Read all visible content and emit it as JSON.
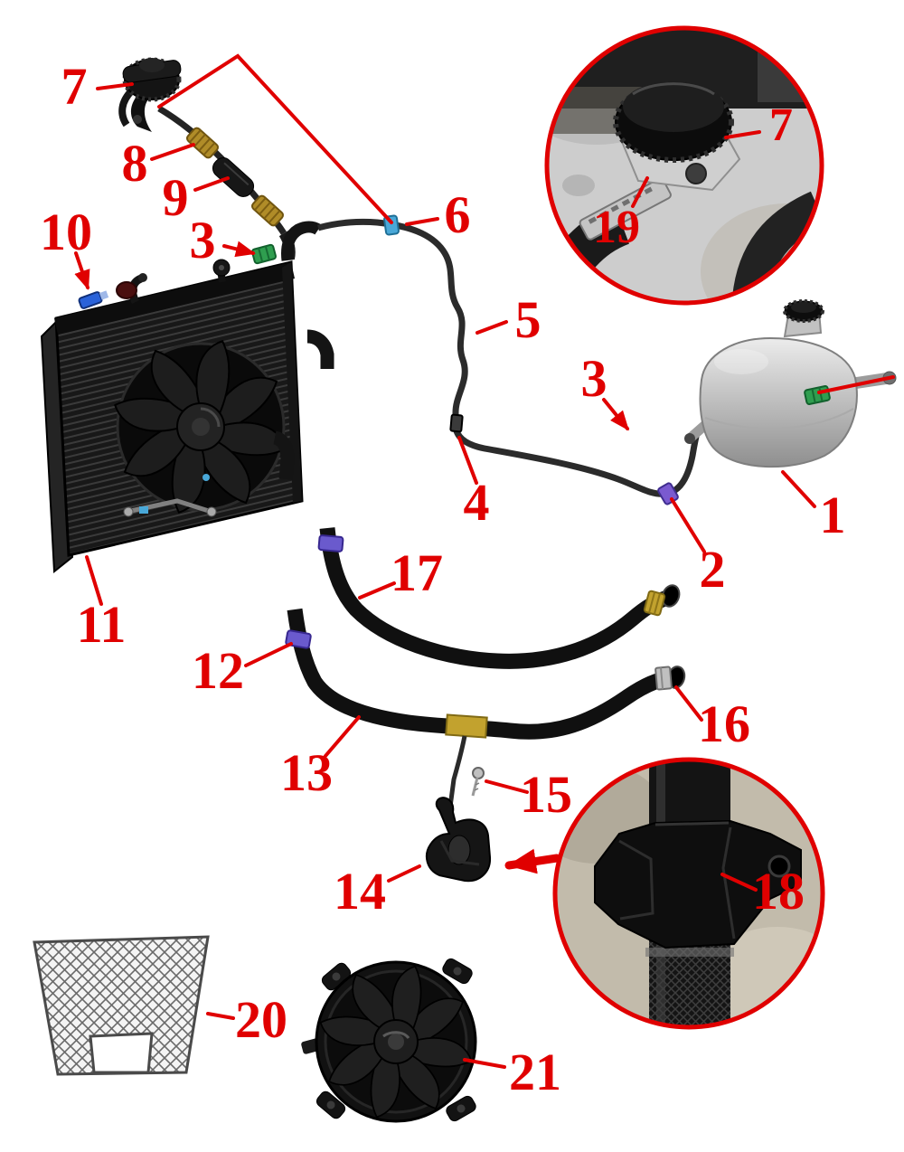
{
  "diagram": {
    "kind": "exploded-parts-diagram",
    "subject": "cooling-system-parts",
    "colors": {
      "callout": "#e00000",
      "part_dark": "#141414",
      "tank_gray": "#c9c9c9",
      "brass": "#b08c28",
      "clamp_green": "#2f9e4f",
      "clamp_purple": "#6a5acd",
      "clamp_blue": "#2a62d9",
      "clamp_lightblue": "#49a8d8",
      "clamp_silver": "#c0c0c0",
      "band_gold": "#c2a22e"
    },
    "labels": [
      {
        "num": "7"
      },
      {
        "num": "8"
      },
      {
        "num": "9"
      },
      {
        "num": "10"
      },
      {
        "num": "3"
      },
      {
        "num": "6"
      },
      {
        "num": "5"
      },
      {
        "num": "3"
      },
      {
        "num": "4"
      },
      {
        "num": "1"
      },
      {
        "num": "2"
      },
      {
        "num": "11"
      },
      {
        "num": "17"
      },
      {
        "num": "12"
      },
      {
        "num": "13"
      },
      {
        "num": "16"
      },
      {
        "num": "15"
      },
      {
        "num": "14"
      },
      {
        "num": "18"
      },
      {
        "num": "7"
      },
      {
        "num": "19"
      },
      {
        "num": "20"
      },
      {
        "num": "21"
      }
    ],
    "insets": [
      {
        "name": "radiator-cap-detail",
        "labels": [
          "7",
          "19"
        ]
      },
      {
        "name": "hose-clamp-detail",
        "labels": [
          "18"
        ]
      }
    ]
  }
}
